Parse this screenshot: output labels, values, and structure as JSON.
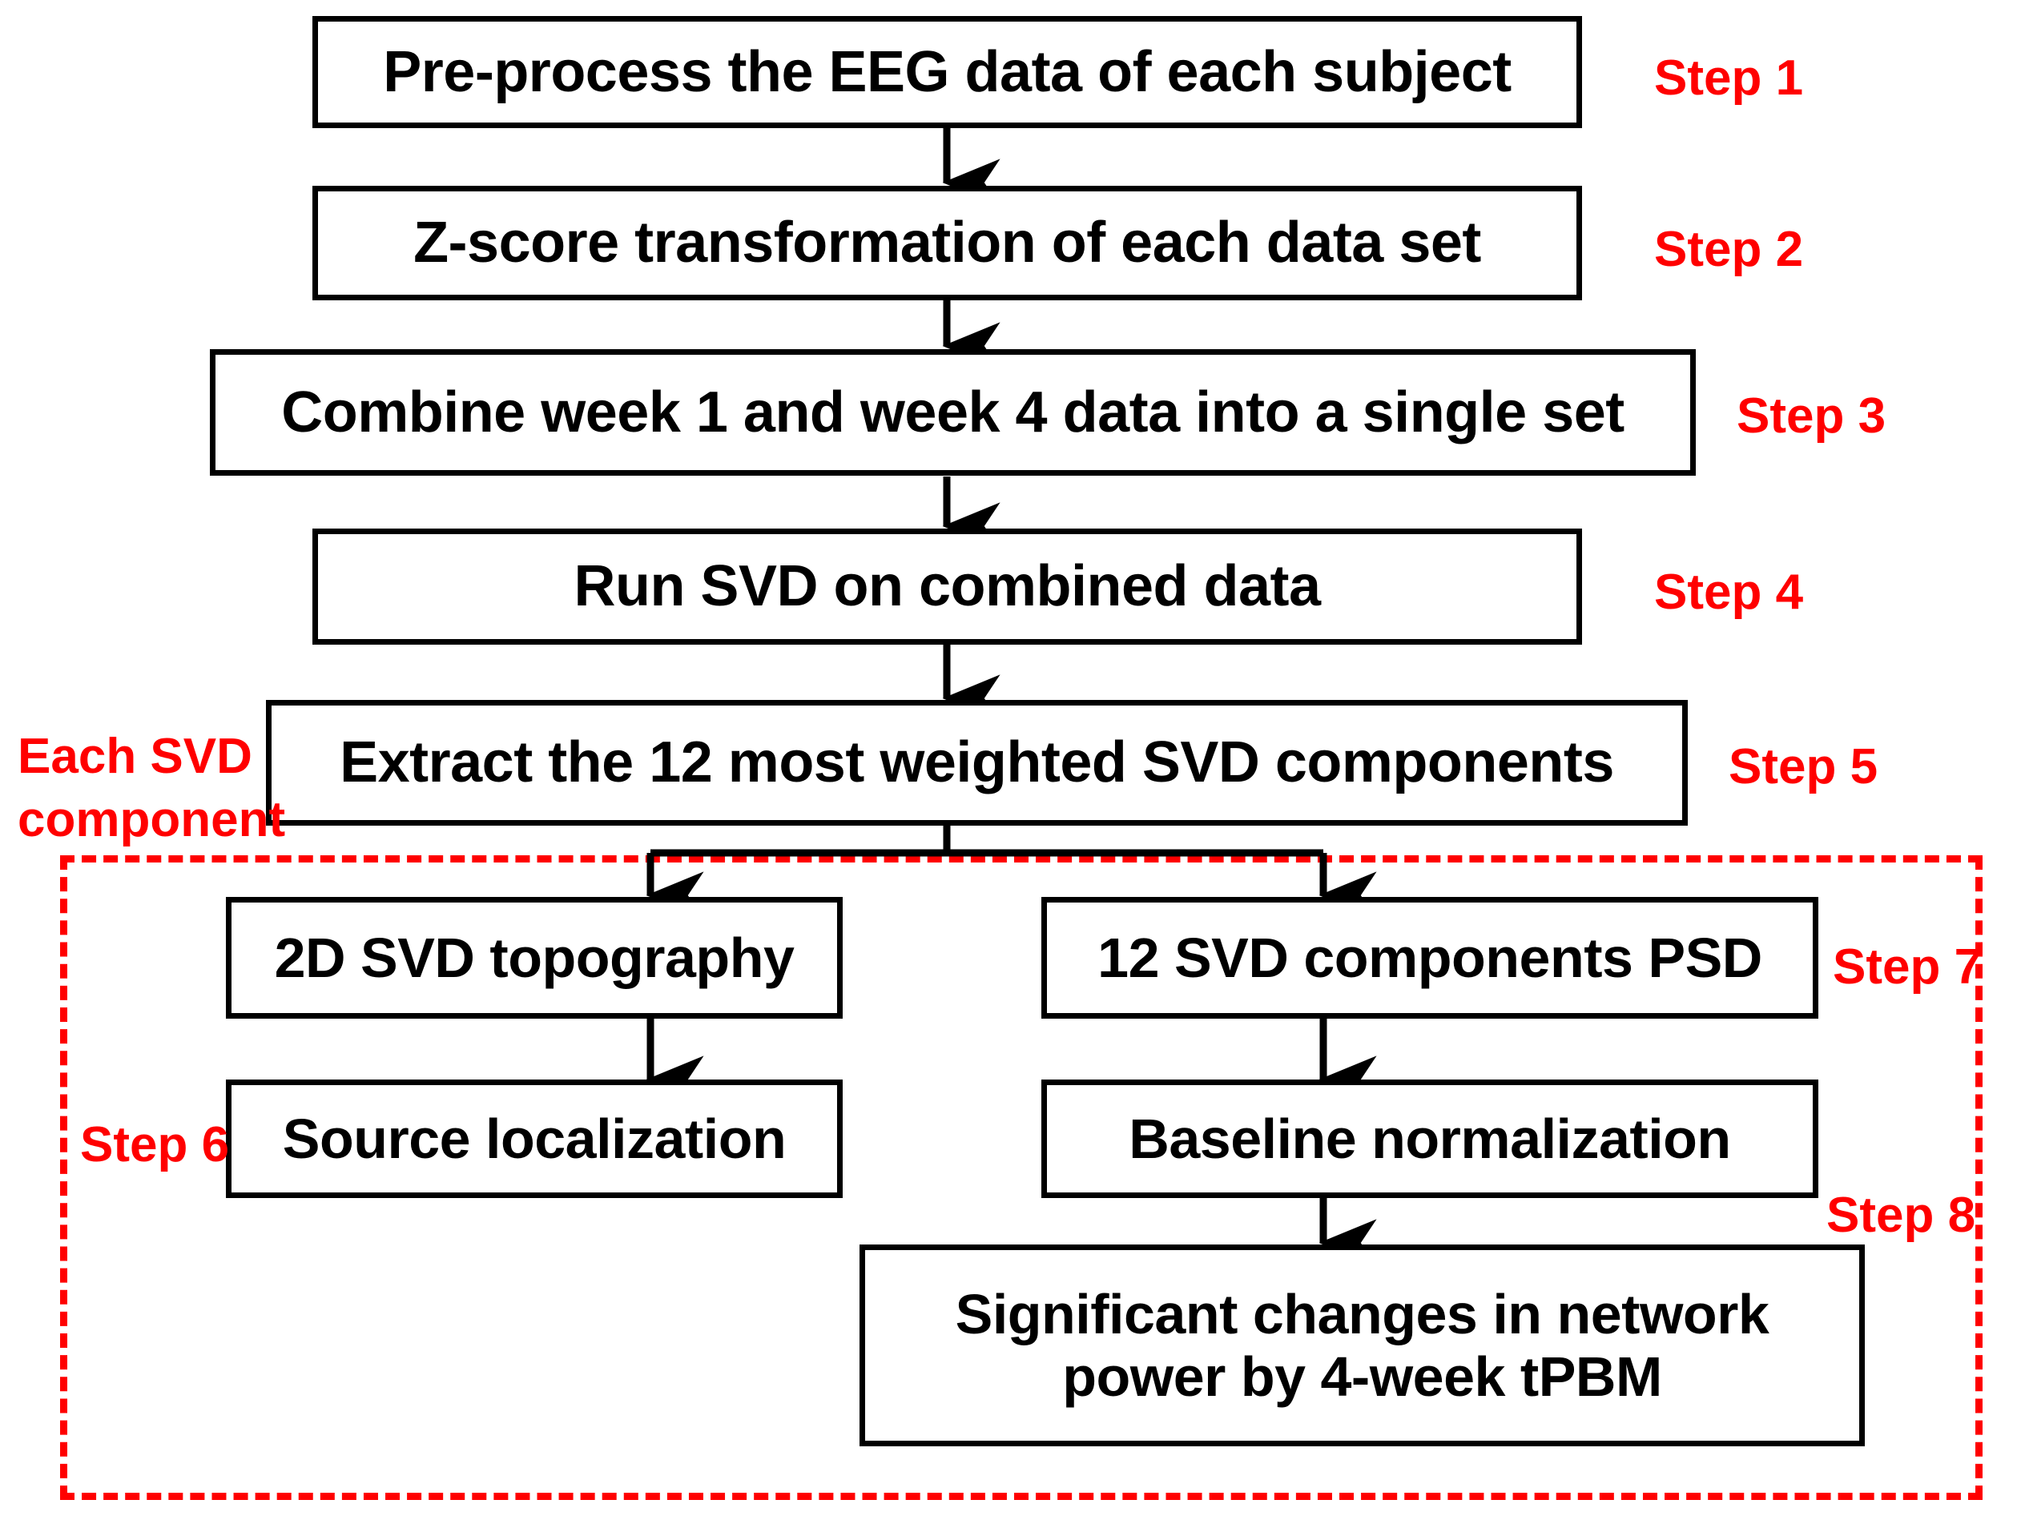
{
  "diagram": {
    "title": "EEG SVD Analysis Pipeline",
    "colors": {
      "box_border": "#000000",
      "box_fill": "#FFFFFF",
      "text": "#000000",
      "step_label": "#FF0000",
      "group_border": "#FF0000",
      "background": "#FFFFFF"
    }
  },
  "nodes": [
    {
      "id": "n1",
      "label": "Pre-process the EEG data of each subject"
    },
    {
      "id": "n2",
      "label": "Z-score transformation of each data set"
    },
    {
      "id": "n3",
      "label": "Combine week 1 and week 4 data into a single set"
    },
    {
      "id": "n4",
      "label": "Run SVD on combined data"
    },
    {
      "id": "n5",
      "label": "Extract the 12 most weighted SVD components"
    },
    {
      "id": "n6",
      "label": "2D SVD topography"
    },
    {
      "id": "n7",
      "label": "Source localization"
    },
    {
      "id": "n8",
      "label": "12 SVD components PSD"
    },
    {
      "id": "n9",
      "label": "Baseline normalization"
    },
    {
      "id": "n10",
      "label": "Significant changes in network\npower by 4-week tPBM"
    }
  ],
  "step_labels": [
    {
      "id": "s1",
      "text": "Step 1"
    },
    {
      "id": "s2",
      "text": "Step 2"
    },
    {
      "id": "s3",
      "text": "Step 3"
    },
    {
      "id": "s4",
      "text": "Step 4"
    },
    {
      "id": "s5",
      "text": "Step 5"
    },
    {
      "id": "s6",
      "text": "Step 6"
    },
    {
      "id": "s7",
      "text": "Step 7"
    },
    {
      "id": "s8",
      "text": "Step 8"
    }
  ],
  "annotations": [
    {
      "id": "a1",
      "text": "Each SVD\ncomponent"
    }
  ]
}
